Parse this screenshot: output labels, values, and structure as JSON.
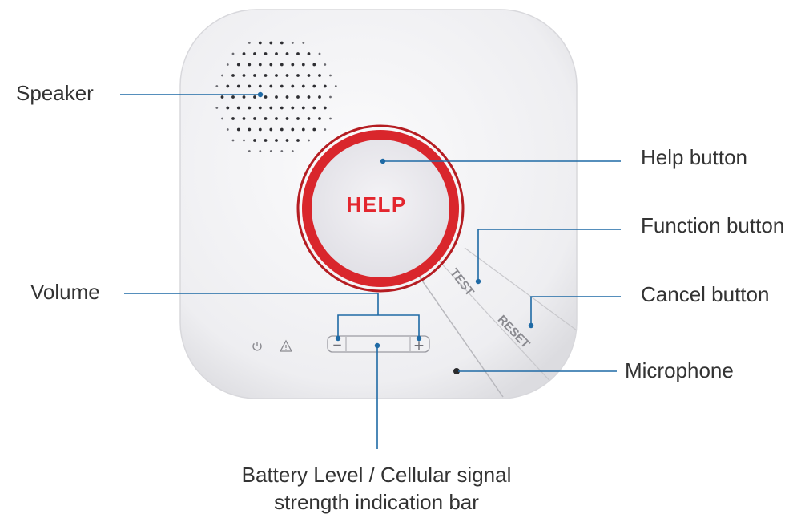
{
  "device": {
    "help_text": "HELP",
    "test_text": "TEST",
    "reset_text": "RESET",
    "volume_minus": "−",
    "volume_plus": "+"
  },
  "labels": {
    "speaker": "Speaker",
    "help_button": "Help button",
    "function_button": "Function button",
    "volume": "Volume",
    "cancel_button": "Cancel button",
    "microphone": "Microphone",
    "battery_line1": "Battery Level / Cellular signal",
    "battery_line2": "strength indication bar"
  },
  "icons": {
    "power": "power-icon",
    "warning": "warning-icon"
  },
  "colors": {
    "callout": "#1f6aa5",
    "help_red": "#e3262e",
    "ring_red": "#d9262c",
    "label_text": "#333333",
    "device_body": "#f2f2f4"
  }
}
